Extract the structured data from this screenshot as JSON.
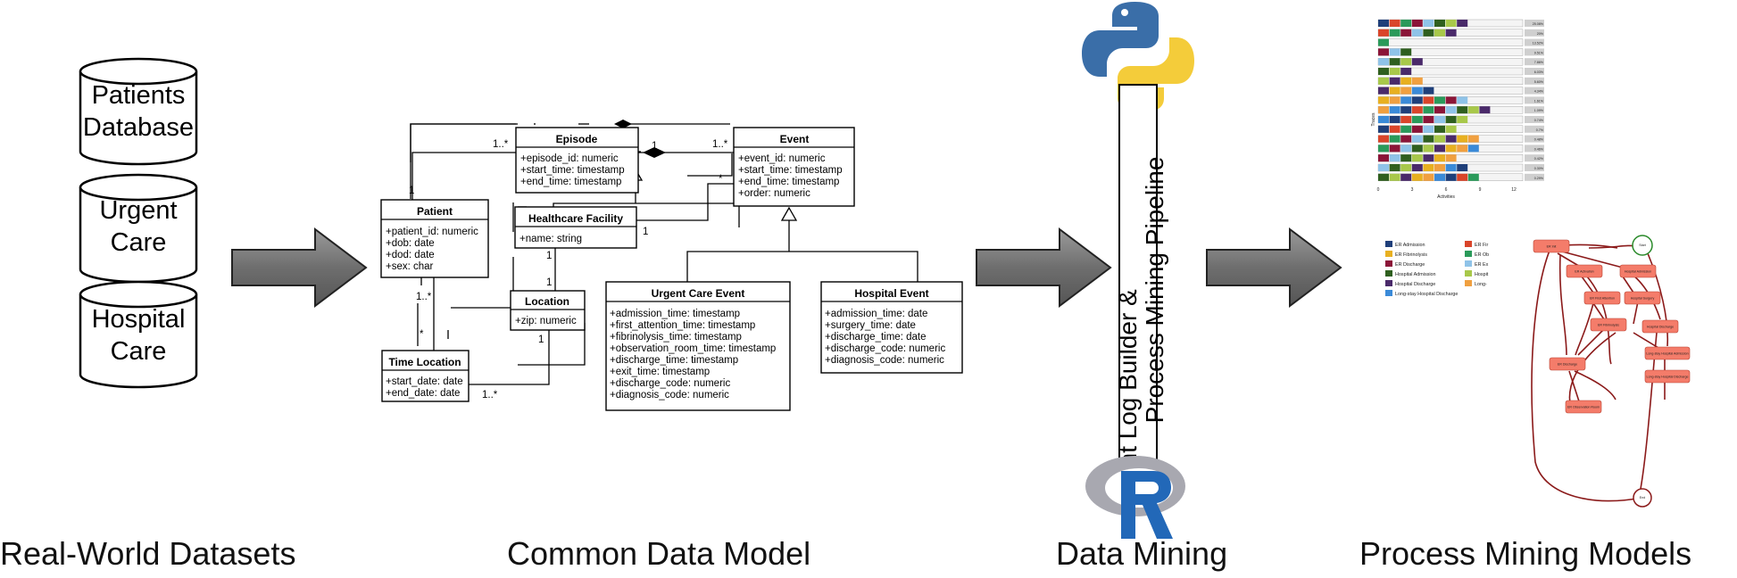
{
  "stages": [
    {
      "label": "Real-World Datasets"
    },
    {
      "label": "Common Data Model"
    },
    {
      "label": "Data Mining"
    },
    {
      "label": "Process Mining Models"
    }
  ],
  "datasets": [
    {
      "line1": "Patients",
      "line2": "Database"
    },
    {
      "line1": "Urgent",
      "line2": "Care"
    },
    {
      "line1": "Hospital",
      "line2": "Care"
    }
  ],
  "uml": {
    "episode": {
      "title": "Episode",
      "attrs": [
        "+episode_id: numeric",
        "+start_time: timestamp",
        "+end_time: timestamp"
      ]
    },
    "event": {
      "title": "Event",
      "attrs": [
        "+event_id: numeric",
        "+start_time: timestamp",
        "+end_time: timestamp",
        "+order: numeric"
      ]
    },
    "patient": {
      "title": "Patient",
      "attrs": [
        "+patient_id: numeric",
        "+dob: date",
        "+dod: date",
        "+sex: char"
      ]
    },
    "healthcare_facility": {
      "title": "Healthcare Facility",
      "attrs": [
        "+name: string"
      ]
    },
    "location": {
      "title": "Location",
      "attrs": [
        "+zip: numeric"
      ]
    },
    "time_location": {
      "title": "Time Location",
      "attrs": [
        "+start_date: date",
        "+end_date: date"
      ]
    },
    "urgent_care_event": {
      "title": "Urgent Care Event",
      "attrs": [
        "+admission_time: timestamp",
        "+first_attention_time: timestamp",
        "+fibrinolysis_time: timestamp",
        "+observation_room_time: timestamp",
        "+discharge_time: timestamp",
        "+exit_time: timestamp",
        "+discharge_code: numeric",
        "+diagnosis_code: numeric"
      ]
    },
    "hospital_event": {
      "title": "Hospital Event",
      "attrs": [
        "+admission_time: date",
        "+surgery_time: date",
        "+discharge_time: date",
        "+discharge_code: numeric",
        "+diagnosis_code: numeric"
      ]
    },
    "multiplicities": {
      "patient_episode_near_episode": "1..*",
      "patient_episode_near_patient": "1",
      "episode_event_near_episode": "1",
      "episode_event_near_event": "1..*",
      "event_facility_near_event": "*",
      "event_facility_near_facility": "1",
      "facility_location_near_facility": "1",
      "facility_location_near_location": "1",
      "patient_timeloc_near_patient": "1..*",
      "patient_timeloc_near_timeloc": "*",
      "location_timeloc_near_location": "1",
      "location_timeloc_near_timeloc": "1..*"
    }
  },
  "pipeline": {
    "line1": "Event Log Builder &",
    "line2": "Process Mining Pipeline"
  },
  "trace_chart": {
    "y_label": "Traces",
    "x_label": "Activities",
    "x_ticks": [
      "0",
      "3",
      "6",
      "9",
      "12"
    ],
    "colors": {
      "ER Admission": "#1f3f7a",
      "ER Fibrinolysis": "#e8b020",
      "ER Discharge": "#8b1538",
      "Hospital Admission": "#2f5f1f",
      "Hospital Discharge": "#4a2a6a",
      "ER First Attention": "#d9452a",
      "ER Observation": "#2a9a5a",
      "ER Exit": "#8fc3e8",
      "Hospital Surgery": "#a8c84a",
      "Long-stay Hospital Admission": "#f0a040",
      "Long-stay Hospital Discharge": "#3a8ad8"
    },
    "percentages": [
      "25.08%",
      "20%",
      "13.52%",
      "9.51%",
      "7.86%",
      "6.03%",
      "5.60%",
      "4.34%",
      "1.61%",
      "1.09%",
      "0.74%",
      "0.7%",
      "0.48%",
      "0.46%",
      "0.42%",
      "0.30%",
      "0.29%"
    ]
  },
  "legend": {
    "left": [
      "ER Admission",
      "ER Fibrinolysis",
      "ER Discharge",
      "Hospital Admission",
      "Hospital Discharge",
      "Long-stay Hospital Discharge"
    ],
    "right": [
      "ER Fir",
      "ER Ob",
      "ER Ex",
      "Hospit",
      "Long-"
    ]
  },
  "process_map": {
    "start": "Start",
    "end": "End",
    "nodes": [
      "ER Init",
      "ER Activation",
      "Hospital Admission",
      "ER First Attention",
      "Hospital Surgery",
      "ER Fibrinolysis",
      "Hospital Discharge",
      "ER Discharge",
      "Long-stay Hospital Admission",
      "ER Observation Room",
      "Long-stay Hospital Discharge"
    ]
  }
}
